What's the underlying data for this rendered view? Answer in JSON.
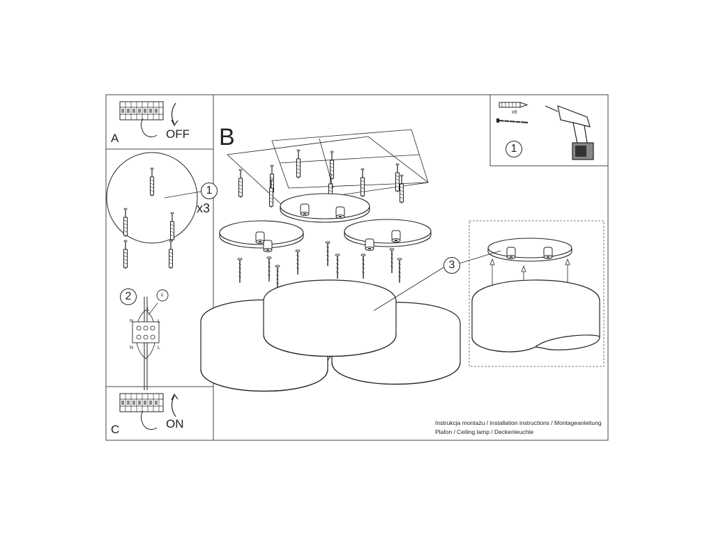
{
  "panels": {
    "a": {
      "letter": "A",
      "word": "OFF"
    },
    "b": {
      "letter": "B"
    },
    "c": {
      "letter": "C",
      "word": "ON"
    }
  },
  "steps": {
    "anchors": {
      "number": "1",
      "count": "x3"
    },
    "wiring": {
      "number": "2"
    },
    "mount": {
      "number": "3"
    },
    "tools": {
      "number": "1",
      "qty": "x9"
    }
  },
  "wiring_labels": {
    "n": "N",
    "l": "L",
    "earth": "⏚"
  },
  "caption": {
    "line1": "Instrukcja montażu / installation instructions / Montageanleitung",
    "line2": "Plafon / Ceiling lamp / Deckenleuchte"
  }
}
